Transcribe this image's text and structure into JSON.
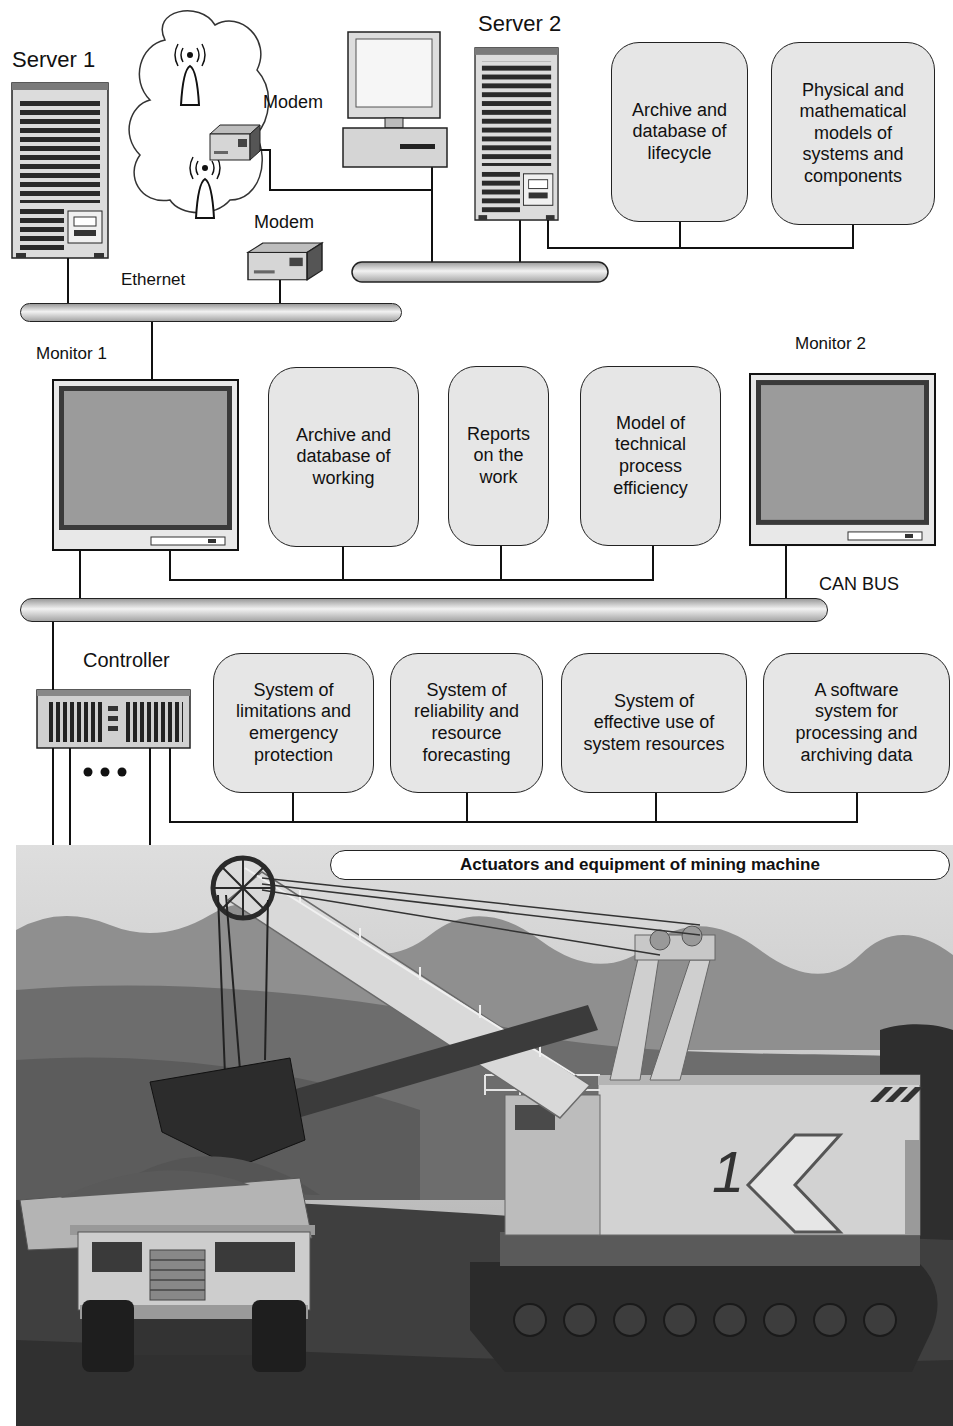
{
  "diagram": {
    "nodes": [
      {
        "text": [
          "Server 1"
        ]
      },
      {
        "text": [
          "Modem"
        ]
      },
      {
        "text": [
          "Server 2"
        ]
      },
      {
        "text": [
          "Archive and database of lifecycle"
        ]
      },
      {
        "text": [
          "Physical and mathematical models of systems and components"
        ]
      },
      {
        "text": [
          "Modem"
        ]
      },
      {
        "text": [
          "Ethernet"
        ]
      },
      {
        "text": [
          "Monitor 1"
        ]
      },
      {
        "text": [
          "Archive and database of working"
        ]
      },
      {
        "text": [
          "Reports on the work"
        ]
      },
      {
        "text": [
          "Model of technical process efficiency"
        ]
      },
      {
        "text": [
          "Monitor 2"
        ]
      },
      {
        "text": [
          "CAN BUS"
        ]
      },
      {
        "text": [
          "Controller"
        ]
      },
      {
        "text": [
          "System of limitations and emergency protection"
        ]
      },
      {
        "text": [
          "System of reliability and resource forecasting"
        ]
      },
      {
        "text": [
          "System of effective use of system resources"
        ]
      },
      {
        "text": [
          "A software system for processing and archiving data"
        ]
      },
      {
        "text": [
          "Actuators and equipment of mining machine"
        ]
      }
    ],
    "edges": [
      {
        "from": 0,
        "to": 6,
        "arrow": "none"
      },
      {
        "from": 5,
        "to": 6,
        "arrow": "none"
      },
      {
        "from": 6,
        "to": 7,
        "arrow": "none"
      },
      {
        "from": 2,
        "to": 3,
        "arrow": "none"
      },
      {
        "from": 2,
        "to": 4,
        "arrow": "none"
      },
      {
        "from": 7,
        "to": 8,
        "arrow": "none"
      },
      {
        "from": 7,
        "to": 9,
        "arrow": "none"
      },
      {
        "from": 7,
        "to": 10,
        "arrow": "none"
      },
      {
        "from": 7,
        "to": 12,
        "arrow": "none"
      },
      {
        "from": 11,
        "to": 12,
        "arrow": "none"
      },
      {
        "from": 12,
        "to": 13,
        "arrow": "none"
      },
      {
        "from": 13,
        "to": 14,
        "arrow": "none"
      },
      {
        "from": 13,
        "to": 15,
        "arrow": "none"
      },
      {
        "from": 13,
        "to": 16,
        "arrow": "none"
      },
      {
        "from": 13,
        "to": 17,
        "arrow": "none"
      },
      {
        "from": 13,
        "to": 18,
        "arrow": "none"
      },
      {
        "from": 13,
        "to": 18,
        "arrow": "none"
      },
      {
        "from": 13,
        "to": 18,
        "arrow": "none"
      }
    ],
    "labels": [
      "1"
    ]
  }
}
